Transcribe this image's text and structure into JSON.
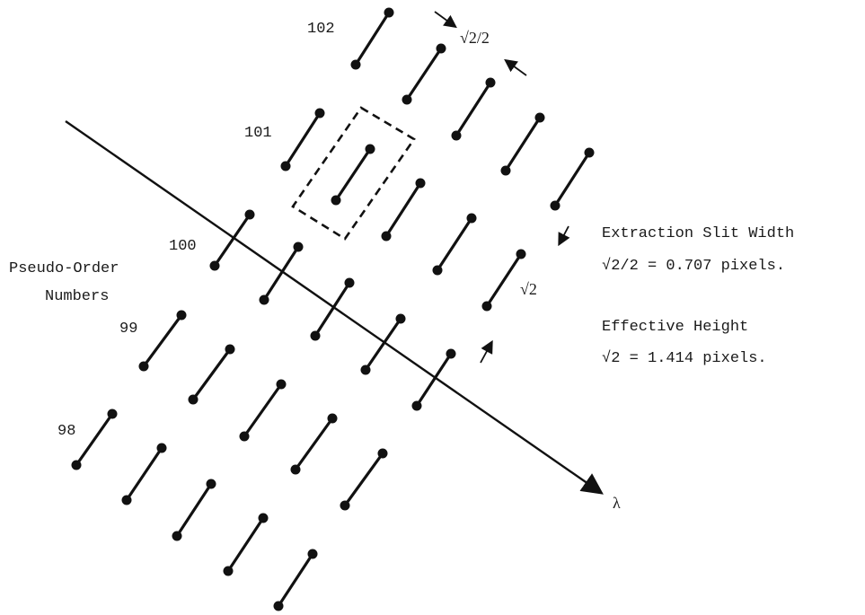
{
  "labels": {
    "pseudo_order_line1": "Pseudo-Order",
    "pseudo_order_line2": "Numbers",
    "order_102": "102",
    "order_101": "101",
    "order_100": "100",
    "order_99": "99",
    "order_98": "98",
    "lambda": "λ",
    "slit_width_title": "Extraction Slit Width",
    "slit_width_value": "√2/2 = 0.707 pixels.",
    "effective_height_title": "Effective Height",
    "effective_height_value": "√2 = 1.414 pixels.",
    "spacing_width": "√2/2",
    "spacing_height": "√2"
  },
  "colors": {
    "ink": "#111111",
    "background": "#ffffff"
  }
}
